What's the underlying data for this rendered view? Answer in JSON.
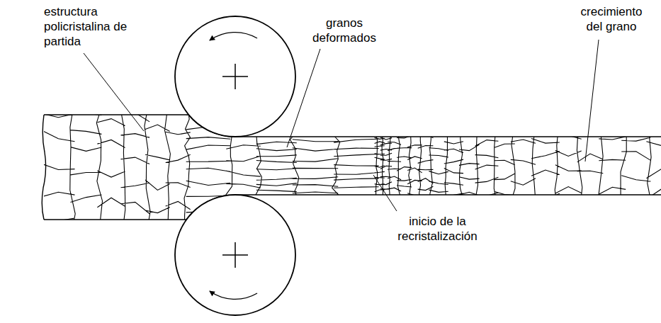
{
  "diagram": {
    "labels": [
      "estructura policristalina de partida",
      "granos deformados",
      "crecimiento del grano",
      "inicio de la recristalización"
    ]
  }
}
